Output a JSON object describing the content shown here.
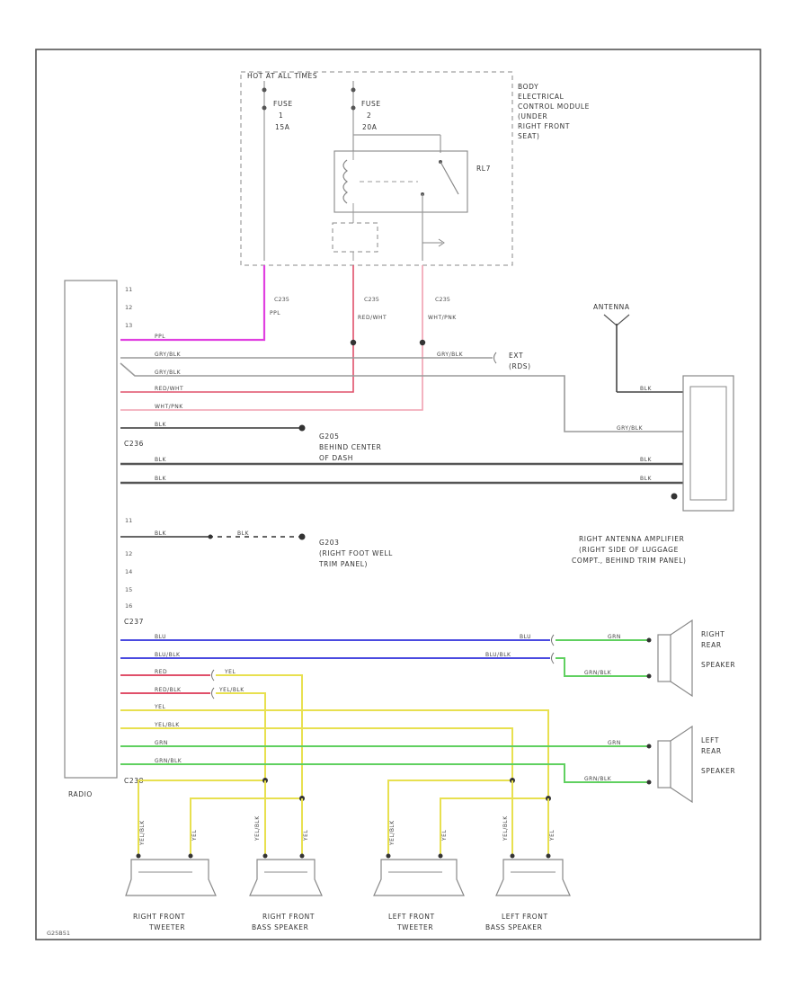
{
  "colors": {
    "frame": "#555555",
    "gry_blk": "#9a9a9a",
    "red_wht": "#e0506a",
    "wht_pnk": "#f0a0b0",
    "blk": "#333333",
    "ppl": "#e040e0",
    "blu": "#4a4ae0",
    "yel": "#e8e050",
    "grn": "#60d060",
    "dashed_box": "#888888"
  },
  "fuse_box": {
    "title": "HOT AT ALL TIMES",
    "module_label": [
      "BODY",
      "ELECTRICAL",
      "CONTROL MODULE",
      "(UNDER",
      "RIGHT FRONT",
      "SEAT)"
    ],
    "fuse1": {
      "name": "FUSE",
      "num": "1",
      "amps": "15A"
    },
    "fuse2": {
      "name": "FUSE",
      "num": "2",
      "amps": "20A"
    },
    "relay": "RL7"
  },
  "radio": {
    "label": "RADIO",
    "connector_top": "C235",
    "connector_mid": "C236",
    "connector_low": "C237",
    "connector_bot": "C238"
  },
  "wires": {
    "ppl": "PPL",
    "gry_blk": "GRY/BLK",
    "red_wht": "RED/WHT",
    "wht_pnk": "WHT/PNK",
    "blk": "BLK",
    "red": "RED",
    "blu": "BLU",
    "blu_blk": "BLU/BLK",
    "red_blk": "RED/BLK",
    "yel": "YEL",
    "yel_blk": "YEL/BLK",
    "grn": "GRN",
    "grn_blk": "GRN/BLK"
  },
  "grounds": {
    "g_center": [
      "G205",
      "BEHIND CENTER",
      "OF DASH"
    ],
    "g_kick": [
      "G203",
      "(RIGHT FOOT WELL",
      "TRIM PANEL)"
    ]
  },
  "ext_label": [
    "EXT",
    "(RDS)"
  ],
  "antenna": {
    "label": "ANTENNA",
    "amp_label": [
      "RIGHT ANTENNA AMPLIFIER",
      "(RIGHT SIDE OF LUGGAGE",
      "COMPT., BEHIND TRIM PANEL)"
    ]
  },
  "speakers": {
    "right_rear": [
      "RIGHT",
      "REAR",
      "SPEAKER"
    ],
    "left_rear": [
      "LEFT",
      "REAR",
      "SPEAKER"
    ],
    "rf_tweeter": [
      "RIGHT FRONT",
      "TWEETER"
    ],
    "rf_bass": [
      "RIGHT FRONT",
      "BASS SPEAKER"
    ],
    "lf_tweeter": [
      "LEFT FRONT",
      "TWEETER"
    ],
    "lf_bass": [
      "LEFT FRONT",
      "BASS SPEAKER"
    ]
  },
  "footer_code": "G25B51"
}
